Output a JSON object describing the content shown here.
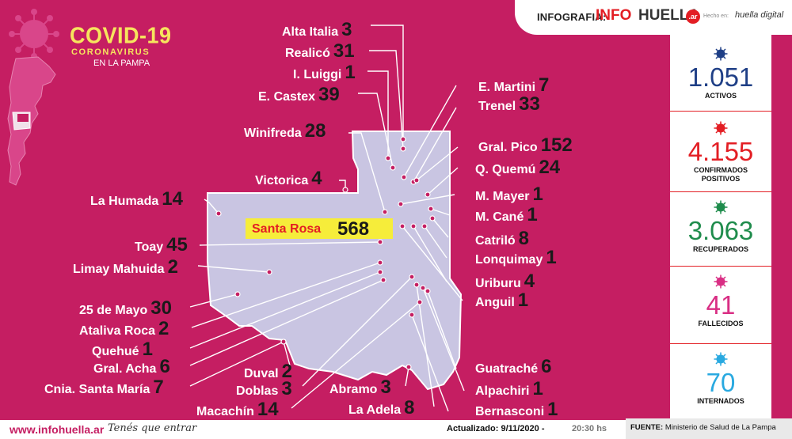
{
  "header": {
    "infografia_label": "INFOGRAFIA:",
    "logo_info": "INFO",
    "logo_huella": "HUELLA",
    "logo_badge": ".ar",
    "hecho_en": "Hecho en:",
    "huella_digital": "huella digital"
  },
  "title": {
    "main": "COVID-19",
    "line1": "CORONAVIRUS",
    "line2": "EN LA PAMPA"
  },
  "stats": [
    {
      "value": "1.051",
      "label1": "ACTIVOS",
      "label2": "",
      "color": "#1f3f86"
    },
    {
      "value": "4.155",
      "label1": "CONFIRMADOS",
      "label2": "POSITIVOS",
      "color": "#e31e24"
    },
    {
      "value": "3.063",
      "label1": "RECUPERADOS",
      "label2": "",
      "color": "#1f8c4c"
    },
    {
      "value": "41",
      "label1": "FALLECIDOS",
      "label2": "",
      "color": "#d92e84"
    },
    {
      "value": "70",
      "label1": "INTERNADOS",
      "label2": "",
      "color": "#29a9e0"
    }
  ],
  "locations": [
    {
      "name": "Alta Italia",
      "value": "3"
    },
    {
      "name": "Realicó",
      "value": "31"
    },
    {
      "name": "I. Luiggi",
      "value": "1"
    },
    {
      "name": "E. Castex",
      "value": "39"
    },
    {
      "name": "Winifreda",
      "value": "28"
    },
    {
      "name": "Victorica",
      "value": "4"
    },
    {
      "name": "La Humada",
      "value": "14"
    },
    {
      "name": "Toay",
      "value": "45"
    },
    {
      "name": "Limay Mahuida",
      "value": "2"
    },
    {
      "name": "25 de Mayo",
      "value": "30"
    },
    {
      "name": "Ataliva Roca",
      "value": "2"
    },
    {
      "name": "Quehué",
      "value": "1"
    },
    {
      "name": "Gral. Acha",
      "value": "6"
    },
    {
      "name": "Cnia. Santa María",
      "value": "7"
    },
    {
      "name": "Duval",
      "value": "2"
    },
    {
      "name": "Doblas",
      "value": "3"
    },
    {
      "name": "Macachín",
      "value": "14"
    },
    {
      "name": "Abramo",
      "value": "3"
    },
    {
      "name": "La Adela",
      "value": "8"
    },
    {
      "name": "E. Martini",
      "value": "7"
    },
    {
      "name": "Trenel",
      "value": "33"
    },
    {
      "name": "Gral. Pico",
      "value": "152"
    },
    {
      "name": "Q. Quemú",
      "value": "24"
    },
    {
      "name": "M. Mayer",
      "value": "1"
    },
    {
      "name": "M. Cané",
      "value": "1"
    },
    {
      "name": "Catriló",
      "value": "8"
    },
    {
      "name": "Lonquimay",
      "value": "1"
    },
    {
      "name": "Uriburu",
      "value": "4"
    },
    {
      "name": "Anguil",
      "value": "1"
    },
    {
      "name": "Guatraché",
      "value": "6"
    },
    {
      "name": "Alpachiri",
      "value": "1"
    },
    {
      "name": "Bernasconi",
      "value": "1"
    }
  ],
  "capital": {
    "name": "Santa Rosa",
    "value": "568"
  },
  "footer": {
    "site": "www.infohuella.ar",
    "slogan": "Tenés que entrar",
    "updated": "Actualizado: 9/11/2020  -",
    "updated_time": "20:30 hs",
    "source_label": "FUENTE:",
    "source_value": "Ministerio de Salud de La Pampa"
  },
  "colors": {
    "background": "#c51e62",
    "map_fill": "#c9c5e2",
    "highlight": "#f6ed3a",
    "title": "#f6e55d"
  }
}
